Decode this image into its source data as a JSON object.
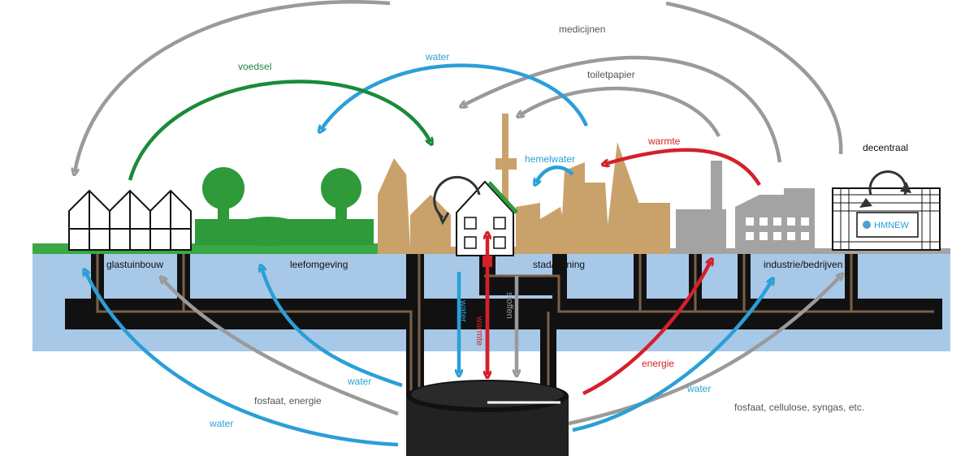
{
  "labels": {
    "top_cut": "",
    "medicijnen": "medicijnen",
    "toiletpapier": "toiletpapier",
    "voedsel": "voedsel",
    "water_top": "water",
    "hemelwater": "hemelwater",
    "warmte_top": "warmte",
    "decentraal": "decentraal",
    "glastuinbouw": "glastuinbouw",
    "leefomgeving": "leefomgeving",
    "stad_woning": "stad/woning",
    "industrie": "industrie/bedrijven",
    "water_pipe": "water",
    "warmte_pipe": "warmte",
    "stoffen_pipe": "stoffen",
    "energie": "energie",
    "water_left_inner": "water",
    "fosfaat_energie": "fosfaat, energie",
    "water_left_outer": "water",
    "water_right": "water",
    "fosfaat_right": "fosfaat, cellulose, syngas, etc.",
    "logo_text": "HMNEW"
  },
  "colors": {
    "green_arrow": "#1a8a3a",
    "blue_arrow": "#2a9fd8",
    "red_arrow": "#d4202a",
    "grey_arrow": "#9a9a9a",
    "water_layer": "#a8c8e8",
    "ground_green": "#3aa845",
    "city_tan": "#c9a26b",
    "industry_grey": "#a3a3a3",
    "pipe_black": "#111111",
    "pipe_brown": "#7a6048"
  }
}
